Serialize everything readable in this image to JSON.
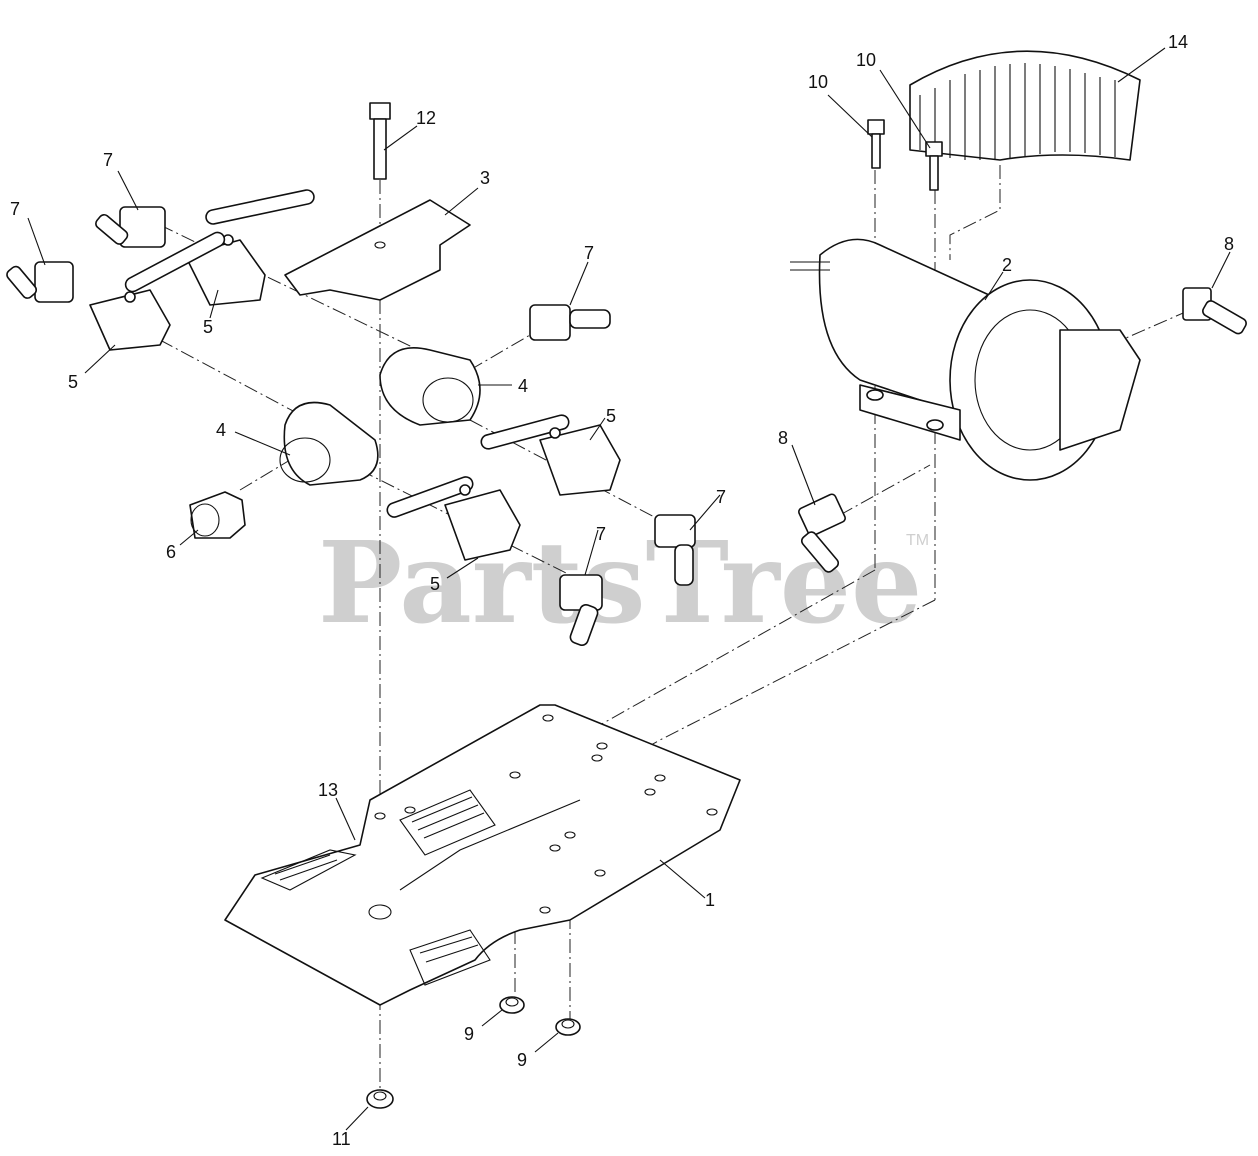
{
  "watermark": {
    "text": "PartsTree",
    "trademark": "TM"
  },
  "callouts": [
    {
      "id": "c14",
      "label": "14"
    },
    {
      "id": "c10a",
      "label": "10"
    },
    {
      "id": "c10b",
      "label": "10"
    },
    {
      "id": "c12",
      "label": "12"
    },
    {
      "id": "c3",
      "label": "3"
    },
    {
      "id": "c7a",
      "label": "7"
    },
    {
      "id": "c7b",
      "label": "7"
    },
    {
      "id": "c7c",
      "label": "7"
    },
    {
      "id": "c7d",
      "label": "7"
    },
    {
      "id": "c7e",
      "label": "7"
    },
    {
      "id": "c2",
      "label": "2"
    },
    {
      "id": "c8a",
      "label": "8"
    },
    {
      "id": "c8b",
      "label": "8"
    },
    {
      "id": "c5a",
      "label": "5"
    },
    {
      "id": "c5b",
      "label": "5"
    },
    {
      "id": "c5c",
      "label": "5"
    },
    {
      "id": "c5d",
      "label": "5"
    },
    {
      "id": "c4a",
      "label": "4"
    },
    {
      "id": "c4b",
      "label": "4"
    },
    {
      "id": "c6",
      "label": "6"
    },
    {
      "id": "c13",
      "label": "13"
    },
    {
      "id": "c1",
      "label": "1"
    },
    {
      "id": "c9a",
      "label": "9"
    },
    {
      "id": "c9b",
      "label": "9"
    },
    {
      "id": "c11",
      "label": "11"
    }
  ]
}
